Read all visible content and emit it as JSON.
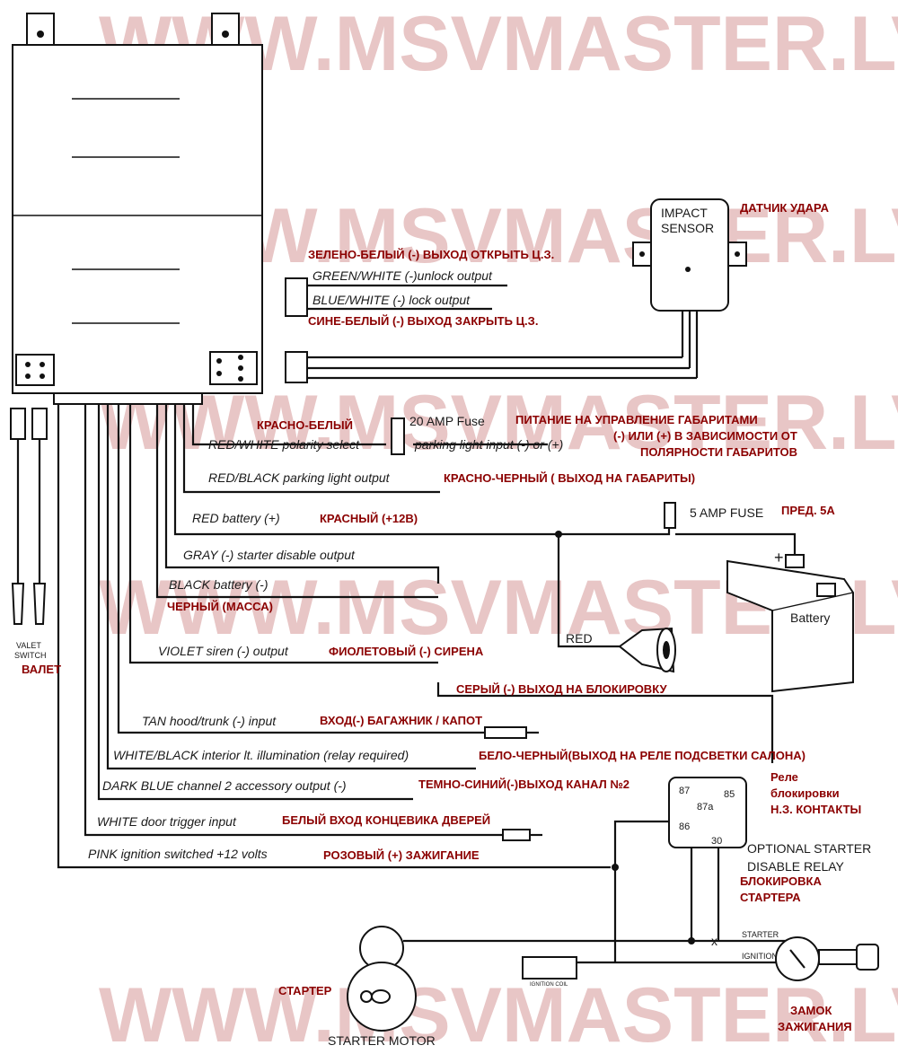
{
  "watermark": "WWW.MSVMASTER.LV",
  "colors": {
    "russian_label": "#8b0000",
    "watermark": "#e8c6c6",
    "line": "#111111"
  },
  "components": {
    "impact_sensor": [
      "IMPACT",
      "SENSOR"
    ],
    "battery": "Battery",
    "valet_switch": [
      "VALET",
      "SWITCH"
    ],
    "fuse_20": "20 AMP Fuse",
    "fuse_5": "5 AMP FUSE",
    "relay_pins": [
      "87",
      "85",
      "87a",
      "86",
      "30"
    ],
    "relay_caption": [
      "OPTIONAL STARTER",
      "DISABLE RELAY"
    ],
    "starter_motor": "STARTER MOTOR",
    "ignition_starter": "STARTER",
    "ignition_ign": "IGNITION",
    "ignition_coil": "IGNITION COIL",
    "red_tap": "RED",
    "x_mark": "x"
  },
  "wires": {
    "green_white": "GREEN/WHITE (-)unlock output",
    "blue_white": "BLUE/WHITE (-) lock output",
    "red_white": "RED/WHITE polarity select",
    "parking_input": "parking light input (-) or (+)",
    "red_black": "RED/BLACK  parking light output",
    "red": "RED  battery (+)",
    "gray": "GRAY  (-) starter disable output",
    "black": "BLACK  battery (-)",
    "violet": "VIOLET  siren (-) output",
    "tan": "TAN  hood/trunk (-) input",
    "white_black": "WHITE/BLACK  interior lt. illumination (relay required)",
    "dark_blue": "DARK BLUE  channel 2 accessory output (-)",
    "white": "WHITE  door trigger input",
    "pink": "PINK  ignition switched +12 volts"
  },
  "ru": {
    "impact": "ДАТЧИК УДАРА",
    "green_white": "ЗЕЛЕНО-БЕЛЫЙ (-) ВЫХОД ОТКРЫТЬ Ц.З.",
    "blue_white": "СИНЕ-БЕЛЫЙ (-) ВЫХОД ЗАКРЫТЬ Ц.З.",
    "red_white": "КРАСНО-БЕЛЫЙ",
    "parking_power": [
      "ПИТАНИЕ НА УПРАВЛЕНИЕ ГАБАРИТАМИ",
      "(-) ИЛИ (+) В ЗАВИСИМОСТИ ОТ",
      "ПОЛЯРНОСТИ ГАБАРИТОВ"
    ],
    "red_black": "КРАСНО-ЧЕРНЫЙ ( ВЫХОД НА ГАБАРИТЫ)",
    "red": "КРАСНЫЙ (+12В)",
    "fuse5": "ПРЕД. 5А",
    "black": "ЧЕРНЫЙ (МАССА)",
    "violet": "ФИОЛЕТОВЫЙ (-) СИРЕНА",
    "valet": "ВАЛЕТ",
    "gray": "СЕРЫЙ (-) ВЫХОД НА БЛОКИРОВКУ",
    "tan": "ВХОД(-) БАГАЖНИК / КАПОТ",
    "white_black": "БЕЛО-ЧЕРНЫЙ(ВЫХОД НА РЕЛЕ ПОДСВЕТКИ САЛОНА)",
    "relay_nc": [
      "Реле",
      "блокировки",
      "Н.З. КОНТАКТЫ"
    ],
    "dark_blue": "ТЕМНО-СИНИЙ(-)ВЫХОД КАНАЛ №2",
    "white": "БЕЛЫЙ ВХОД КОНЦЕВИКА ДВЕРЕЙ",
    "pink": "РОЗОВЫЙ (+) ЗАЖИГАНИЕ",
    "starter_block": [
      "БЛОКИРОВКА",
      "СТАРТЕРА"
    ],
    "starter": "СТАРТЕР",
    "ignition_lock": [
      "ЗАМОК",
      "ЗАЖИГАНИЯ"
    ]
  }
}
